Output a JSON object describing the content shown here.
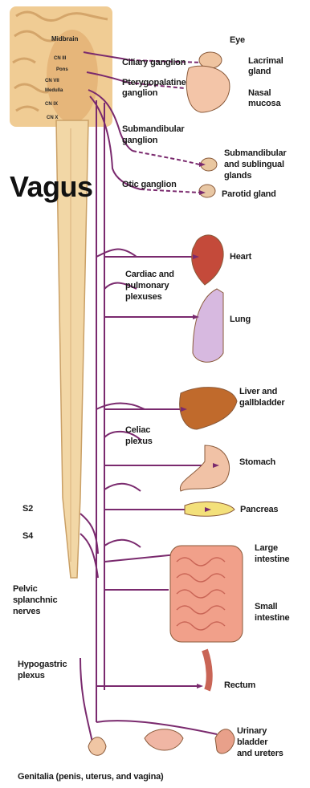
{
  "title": "Vagus",
  "brain": {
    "midbrain": "Midbrain",
    "pons": "Pons",
    "cn3": "CN III",
    "cn7": "CN VII",
    "medulla": "Medulla",
    "cn9": "CN IX",
    "cn10": "CN X"
  },
  "ganglia": {
    "ciliary": "Ciliary ganglion",
    "pterygopalatine_1": "Pterygopalatine",
    "pterygopalatine_2": "ganglion",
    "submandibular_1": "Submandibular",
    "submandibular_2": "ganglion",
    "otic": "Otic ganglion"
  },
  "plexuses": {
    "cardiac_1": "Cardiac and",
    "cardiac_2": "pulmonary",
    "cardiac_3": "plexuses",
    "celiac_1": "Celiac",
    "celiac_2": "plexus",
    "hypogastric_1": "Hypogastric",
    "hypogastric_2": "plexus"
  },
  "spinal": {
    "s2": "S2",
    "s4": "S4",
    "pelvic_1": "Pelvic",
    "pelvic_2": "splanchnic",
    "pelvic_3": "nerves"
  },
  "organs": {
    "eye": "Eye",
    "lacrimal_1": "Lacrimal",
    "lacrimal_2": "gland",
    "nasal_1": "Nasal",
    "nasal_2": "mucosa",
    "salivary_1": "Submandibular",
    "salivary_2": "and sublingual",
    "salivary_3": "glands",
    "parotid": "Parotid gland",
    "heart": "Heart",
    "lung": "Lung",
    "liver_1": "Liver and",
    "liver_2": "gallbladder",
    "stomach": "Stomach",
    "pancreas": "Pancreas",
    "large_1": "Large",
    "large_2": "intestine",
    "small_1": "Small",
    "small_2": "intestine",
    "rectum": "Rectum",
    "bladder_1": "Urinary",
    "bladder_2": "bladder",
    "bladder_3": "and ureters",
    "genitalia": "Genitalia (penis, uterus, and vagina)"
  },
  "colors": {
    "nerve": "#7a2a6e",
    "cord": "#f2d7a6",
    "brain": "#f0cc94"
  }
}
